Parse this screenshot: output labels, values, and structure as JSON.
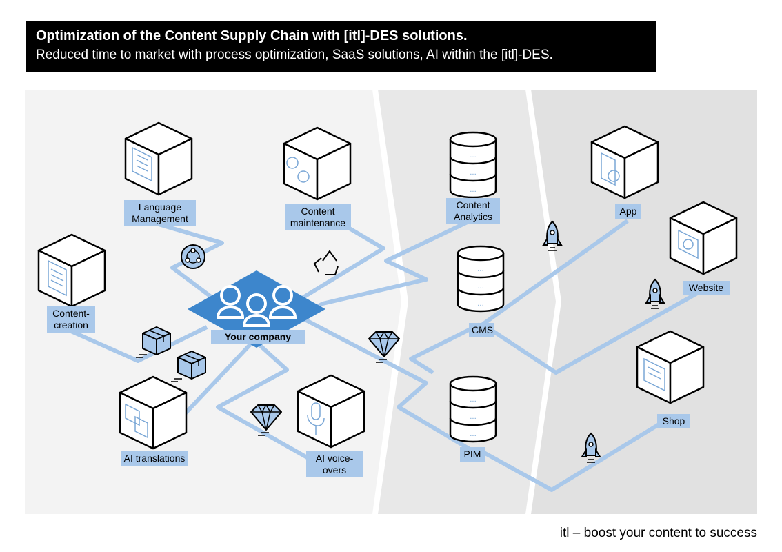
{
  "header": {
    "title": "Optimization of the Content Supply Chain with [itl]-DES solutions.",
    "subtitle": "Reduced time to market with process optimization, SaaS solutions, AI within the [itl]-DES."
  },
  "nodes": {
    "language_management": "Language Management",
    "content_maintenance": "Content maintenance",
    "content_analytics": "Content Analytics",
    "content_creation": "Content-creation",
    "your_company": "Your company",
    "ai_translations": "AI translations",
    "ai_voice_overs": "AI voice-overs",
    "cms": "CMS",
    "pim": "PIM",
    "app": "App",
    "website": "Website",
    "shop": "Shop"
  },
  "footer": {
    "tagline": "itl – boost your content to success"
  },
  "colors": {
    "accent": "#3d86cc",
    "line": "#a9c8ea",
    "label": "#a9c8ea",
    "bg_panel1": "#f3f3f3",
    "bg_panel2": "#e8e8e8",
    "bg_panel3": "#e2e2e2"
  }
}
